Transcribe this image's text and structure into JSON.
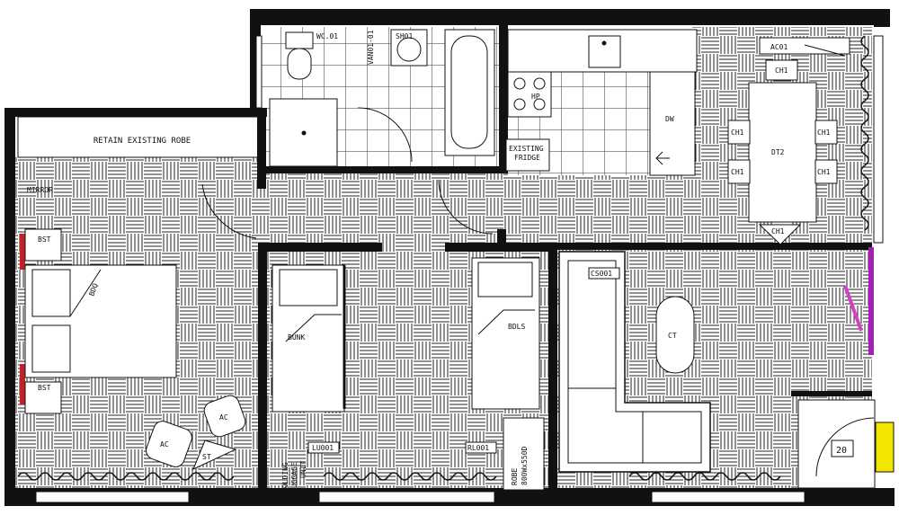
{
  "colors": {
    "wall": "#111111",
    "floor_line": "#222222",
    "fixture": "#ffffff",
    "accent_blue": "#1a2fcf",
    "accent_red": "#c0202a",
    "accent_magenta": "#a020b0",
    "accent_yellow": "#f2e600"
  },
  "labels": {
    "retain_robe": "RETAIN EXISTING ROBE",
    "mirror": "MIRROR",
    "bst_top": "BST",
    "bst_bottom": "BST",
    "bed_main": "BDQ",
    "ac_left": "AC",
    "ac_right": "AC",
    "st": "ST",
    "bunk": "BUNK",
    "bed_single": "BDLS",
    "folding_line1": "FOLDING",
    "folding_line2": "LUGGAGE",
    "folding_line3": "UNIT",
    "lu001": "LU001",
    "rl001": "RL001",
    "robe_line1": "ROBE",
    "robe_line2": "800Wx550D",
    "wc01": "WC.01",
    "van01": "VAN01-01",
    "sh01": "SH01",
    "hp": "HP",
    "dw": "DW",
    "existing_fridge_1": "EXISTING",
    "existing_fridge_2": "FRIDGE",
    "cs001": "CS001",
    "ct": "CT",
    "dt2": "DT2",
    "ac01": "AC01",
    "ch_top": "CH1",
    "ch_left_1": "CH1",
    "ch_left_2": "CH1",
    "ch_right_1": "CH1",
    "ch_right_2": "CH1",
    "ch_bottom": "CH1",
    "unit_no": "20"
  }
}
